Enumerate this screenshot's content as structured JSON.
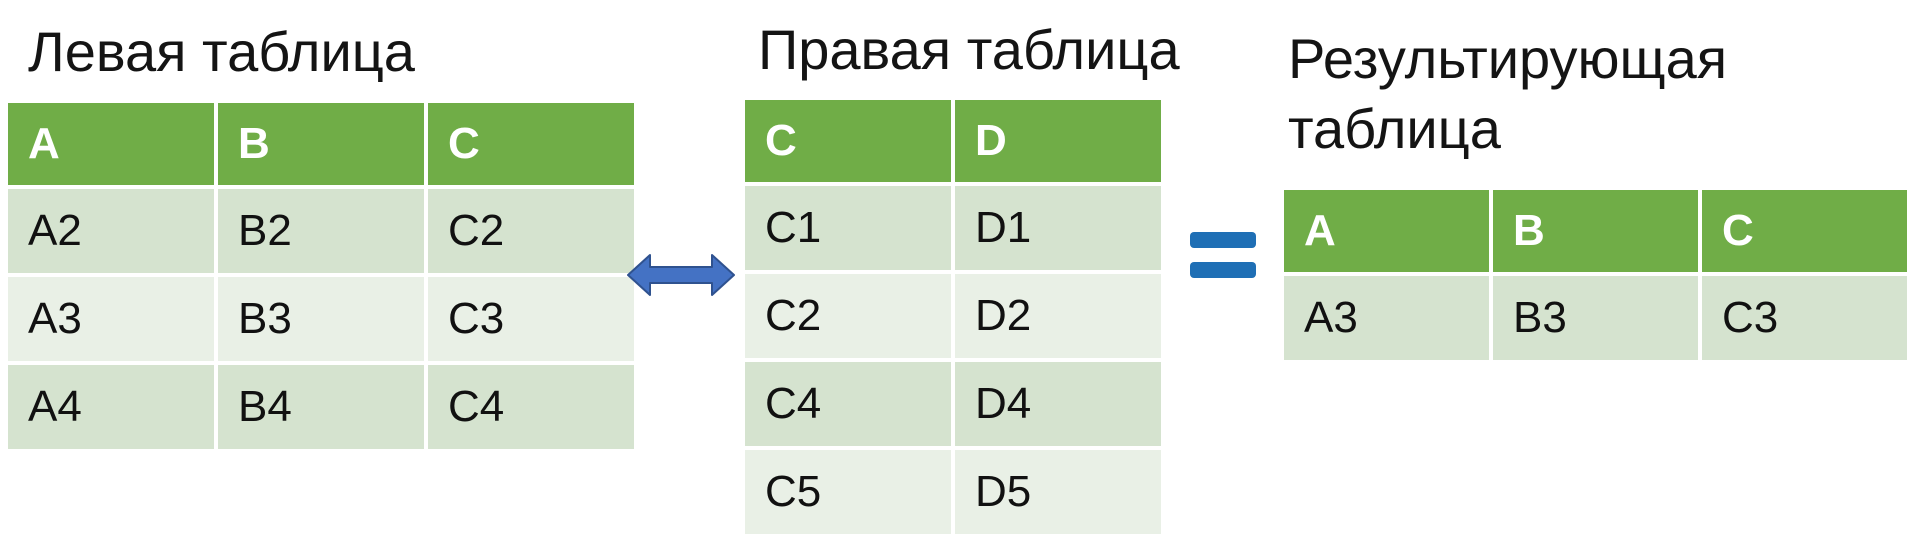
{
  "left": {
    "title": "Левая таблица",
    "headers": [
      "A",
      "B",
      "C"
    ],
    "rows": [
      [
        "A2",
        "B2",
        "C2"
      ],
      [
        "A3",
        "B3",
        "C3"
      ],
      [
        "A4",
        "B4",
        "C4"
      ]
    ]
  },
  "right": {
    "title": "Правая таблица",
    "headers": [
      "C",
      "D"
    ],
    "rows": [
      [
        "C1",
        "D1"
      ],
      [
        "C2",
        "D2"
      ],
      [
        "C4",
        "D4"
      ],
      [
        "C5",
        "D5"
      ]
    ]
  },
  "result": {
    "title_line1": "Результирующая",
    "title_line2": "таблица",
    "headers": [
      "A",
      "B",
      "C"
    ],
    "rows": [
      [
        "A3",
        "B3",
        "C3"
      ]
    ]
  },
  "icons": {
    "join": "double-arrow-icon",
    "equals": "equals-icon"
  },
  "colors": {
    "header_bg": "#70ad47",
    "row_dark": "#d5e3cf",
    "row_light": "#e9f0e6",
    "arrow": "#4472c4",
    "equals": "#1f6fb5"
  }
}
